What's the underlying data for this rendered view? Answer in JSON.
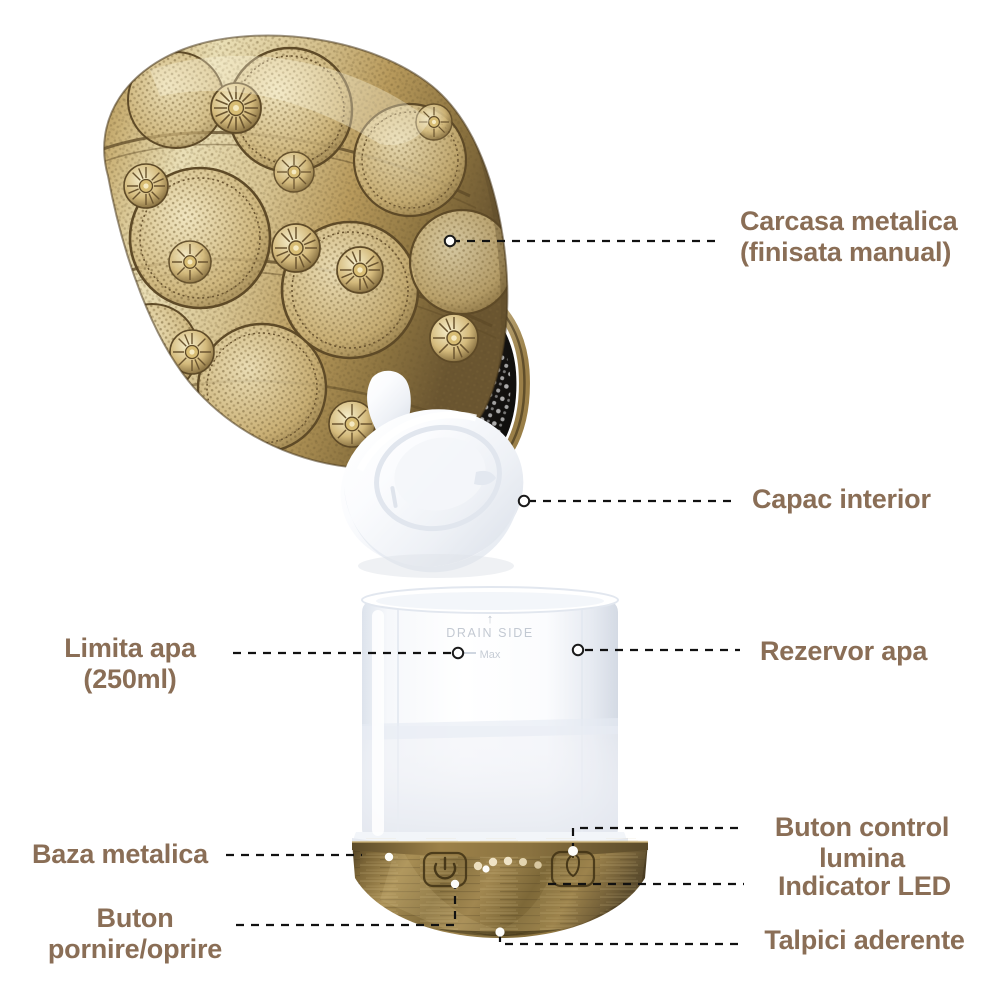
{
  "page": {
    "background_color": "#ffffff",
    "text_color": "#8a6e56",
    "leader_color": "#1a1a1a",
    "type": "product-exploded-diagram",
    "language": "ro"
  },
  "callouts": {
    "shell": {
      "label": "Carcasa metalica\n(finisata manual)"
    },
    "lid": {
      "label": "Capac interior"
    },
    "tank": {
      "label": "Rezervor apa"
    },
    "limit": {
      "label": "Limita apa\n(250ml)"
    },
    "base": {
      "label": "Baza metalica"
    },
    "power": {
      "label": "Buton\npornire/oprire"
    },
    "light": {
      "label": "Buton control\nlumina"
    },
    "led": {
      "label": "Indicator LED"
    },
    "feet": {
      "label": "Talpici aderente"
    }
  },
  "product": {
    "tank_markings": {
      "drain_side": "DRAIN SIDE",
      "max": "Max",
      "arrow": "↑"
    },
    "colors": {
      "metal_gold_light": "#e8d9a8",
      "metal_gold_mid": "#b79a5c",
      "metal_gold_dark": "#6d5630",
      "metal_shadow": "#3a2d17",
      "shell_interior": "#141414",
      "plastic_white": "#fdfdfd",
      "plastic_shade": "#e9ecf1",
      "base_bronze": "#8a7344"
    }
  },
  "icons": {
    "power_button": "power-icon",
    "light_button": "bulb-icon",
    "led_indicator": "led-dot"
  }
}
